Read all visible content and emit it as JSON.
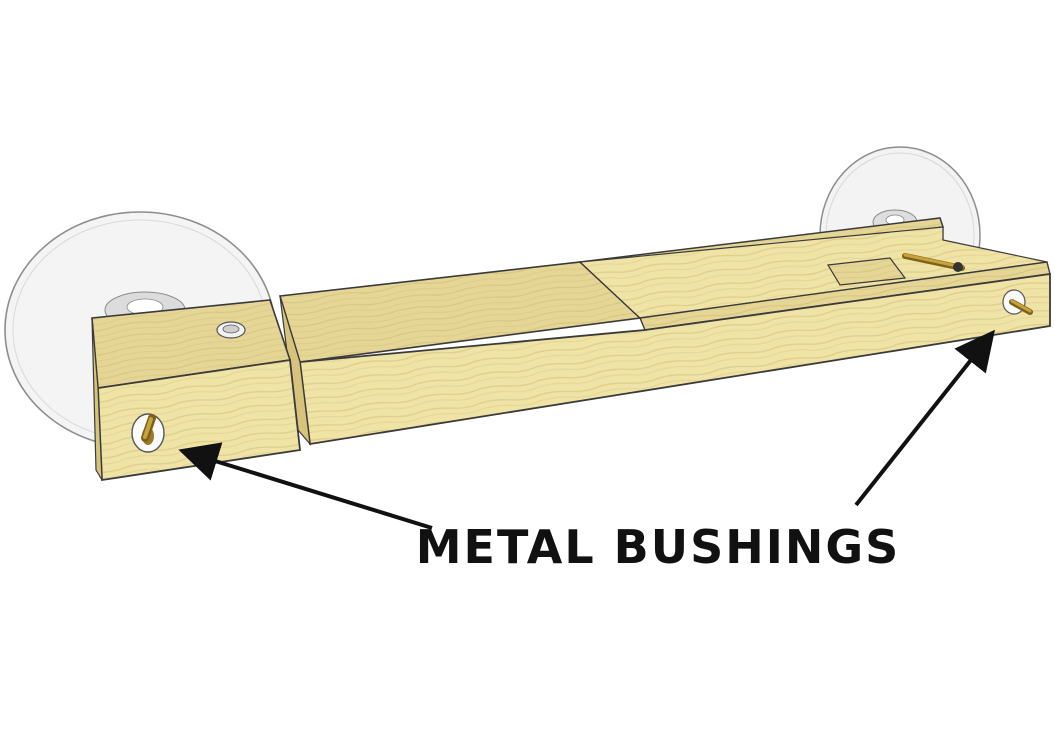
{
  "annotation": {
    "label": "METAL BUSHINGS"
  },
  "colors": {
    "background": "#ffffff",
    "wood_light": "#efe3a6",
    "wood_mid": "#e2d08a",
    "wood_dark": "#d4c07a",
    "wood_grain": "#cdb96d",
    "outline": "#3a3a3a",
    "wheel_fill": "#f4f4f4",
    "wheel_edge": "#9a9a9a",
    "brass": "#b8932e",
    "brass_dark": "#7c611a",
    "bushing": "#fafafa",
    "label": "#111111",
    "arrow": "#111111"
  },
  "icons": {
    "left_arrow": "arrow-to-left-bushing",
    "right_arrow": "arrow-to-right-bushing"
  }
}
